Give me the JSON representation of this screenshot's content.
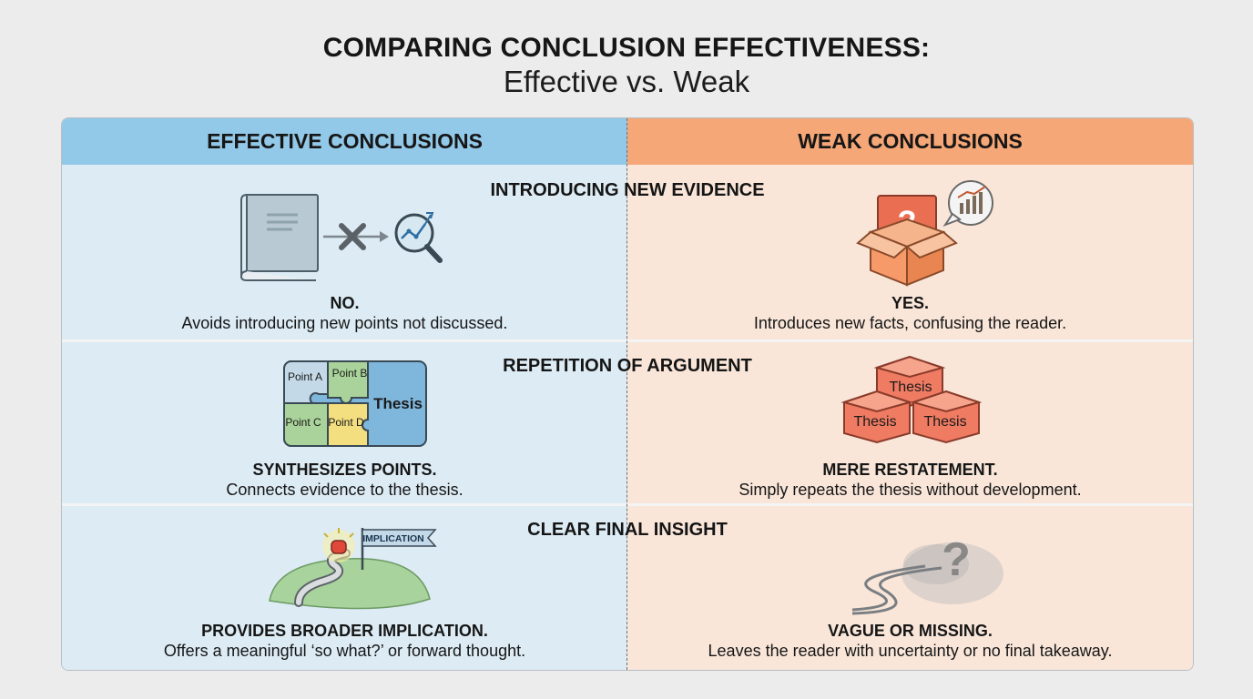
{
  "header": {
    "title": "COMPARING CONCLUSION EFFECTIVENESS:",
    "subtitle": "Effective vs. Weak"
  },
  "columns": {
    "effective": "EFFECTIVE CONCLUSIONS",
    "weak": "WEAK CONCLUSIONS"
  },
  "rows": [
    {
      "title": "INTRODUCING NEW EVIDENCE",
      "effective": {
        "heading": "NO.",
        "body": "Avoids introducing new points not discussed."
      },
      "weak": {
        "heading": "YES.",
        "body": "Introduces new facts, confusing the reader."
      }
    },
    {
      "title": "REPETITION OF ARGUMENT",
      "effective": {
        "heading": "SYNTHESIZES POINTS.",
        "body": "Connects evidence to the thesis."
      },
      "weak": {
        "heading": "MERE RESTATEMENT.",
        "body": "Simply repeats the thesis without development."
      }
    },
    {
      "title": "CLEAR FINAL INSIGHT",
      "effective": {
        "heading": "PROVIDES BROADER IMPLICATION.",
        "body": "Offers a meaningful ‘so what?’ or forward thought."
      },
      "weak": {
        "heading": "VAGUE OR MISSING.",
        "body": "Leaves the reader with uncertainty or no final takeaway."
      }
    }
  ],
  "illustrations": {
    "puzzle": {
      "a": "Point A",
      "b": "Point B",
      "c": "Point C",
      "d": "Point D",
      "thesis": "Thesis"
    },
    "cubes": [
      "Thesis",
      "Thesis",
      "Thesis"
    ],
    "flag": "IMPLICATION"
  },
  "colors": {
    "effective_header": "#93c9e8",
    "effective_bg": "#dcebf4",
    "weak_header": "#f5a777",
    "weak_bg": "#f9e6d9"
  }
}
